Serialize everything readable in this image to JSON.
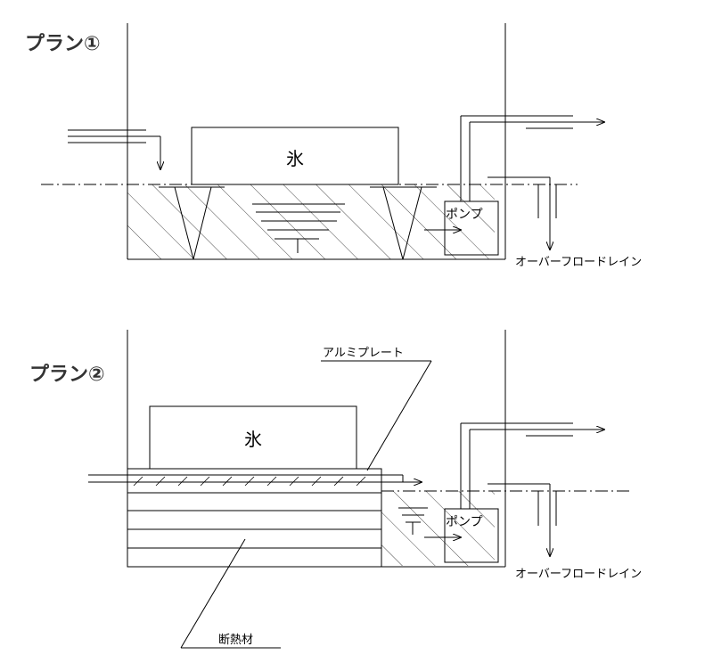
{
  "plan1": {
    "title": "プラン①",
    "ice_label": "氷",
    "pump_label": "ポンプ",
    "overflow_label": "オーバーフロードレイン"
  },
  "plan2": {
    "title": "プラン②",
    "ice_label": "氷",
    "pump_label": "ポンプ",
    "overflow_label": "オーバーフロードレイン",
    "plate_label": "アルミプレート",
    "insulation_label": "断熱材"
  }
}
